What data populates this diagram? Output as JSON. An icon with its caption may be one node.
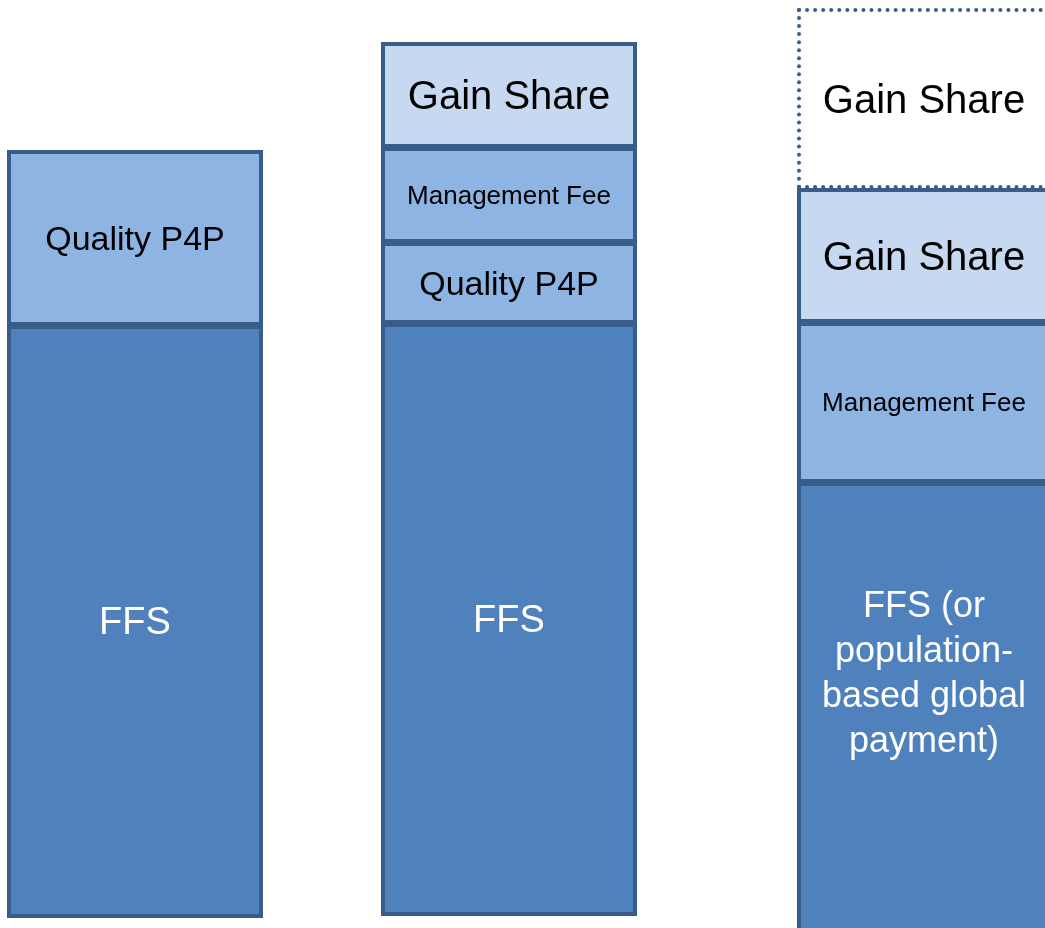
{
  "diagram": {
    "nodes": [
      {
        "text": [
          "Quality P4P"
        ]
      },
      {
        "text": [
          "FFS"
        ]
      },
      {
        "text": [
          "Gain Share"
        ]
      },
      {
        "text": [
          "Management Fee"
        ]
      },
      {
        "text": [
          "Quality P4P"
        ]
      },
      {
        "text": [
          "FFS"
        ]
      },
      {
        "text": [
          "Gain Share"
        ]
      },
      {
        "text": [
          "Gain Share"
        ]
      },
      {
        "text": [
          "Management Fee"
        ]
      },
      {
        "text": [
          "FFS (or population-based global payment)"
        ]
      }
    ]
  }
}
